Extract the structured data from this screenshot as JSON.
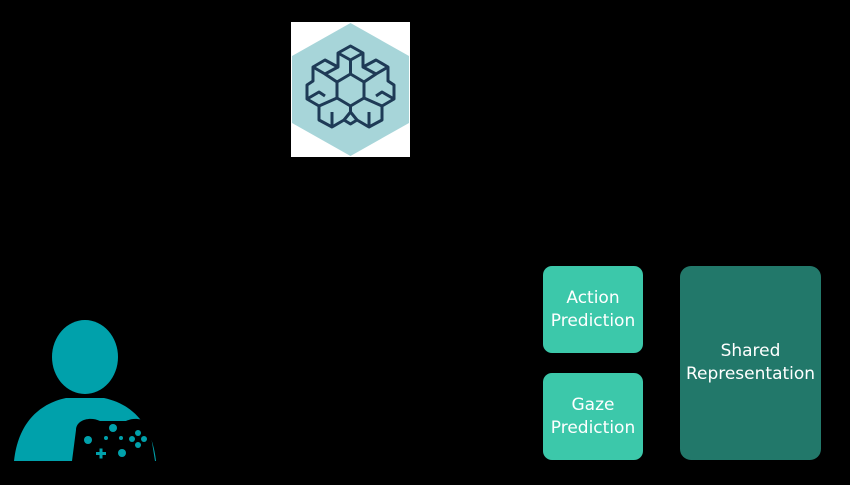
{
  "diagram": {
    "logo": {
      "icon": "hexagon-knot-logo",
      "hex_color": "#a7d5d9",
      "stroke_color": "#1e3a56"
    },
    "player": {
      "icon": "player-with-controller",
      "color": "#00a1ab"
    },
    "boxes": {
      "action_prediction": {
        "line1": "Action",
        "line2": "Prediction",
        "color": "#3cc8aa"
      },
      "gaze_prediction": {
        "line1": "Gaze",
        "line2": "Prediction",
        "color": "#3cc8aa"
      },
      "shared_representation": {
        "line1": "Shared",
        "line2": "Representation",
        "color": "#22786a"
      }
    }
  }
}
